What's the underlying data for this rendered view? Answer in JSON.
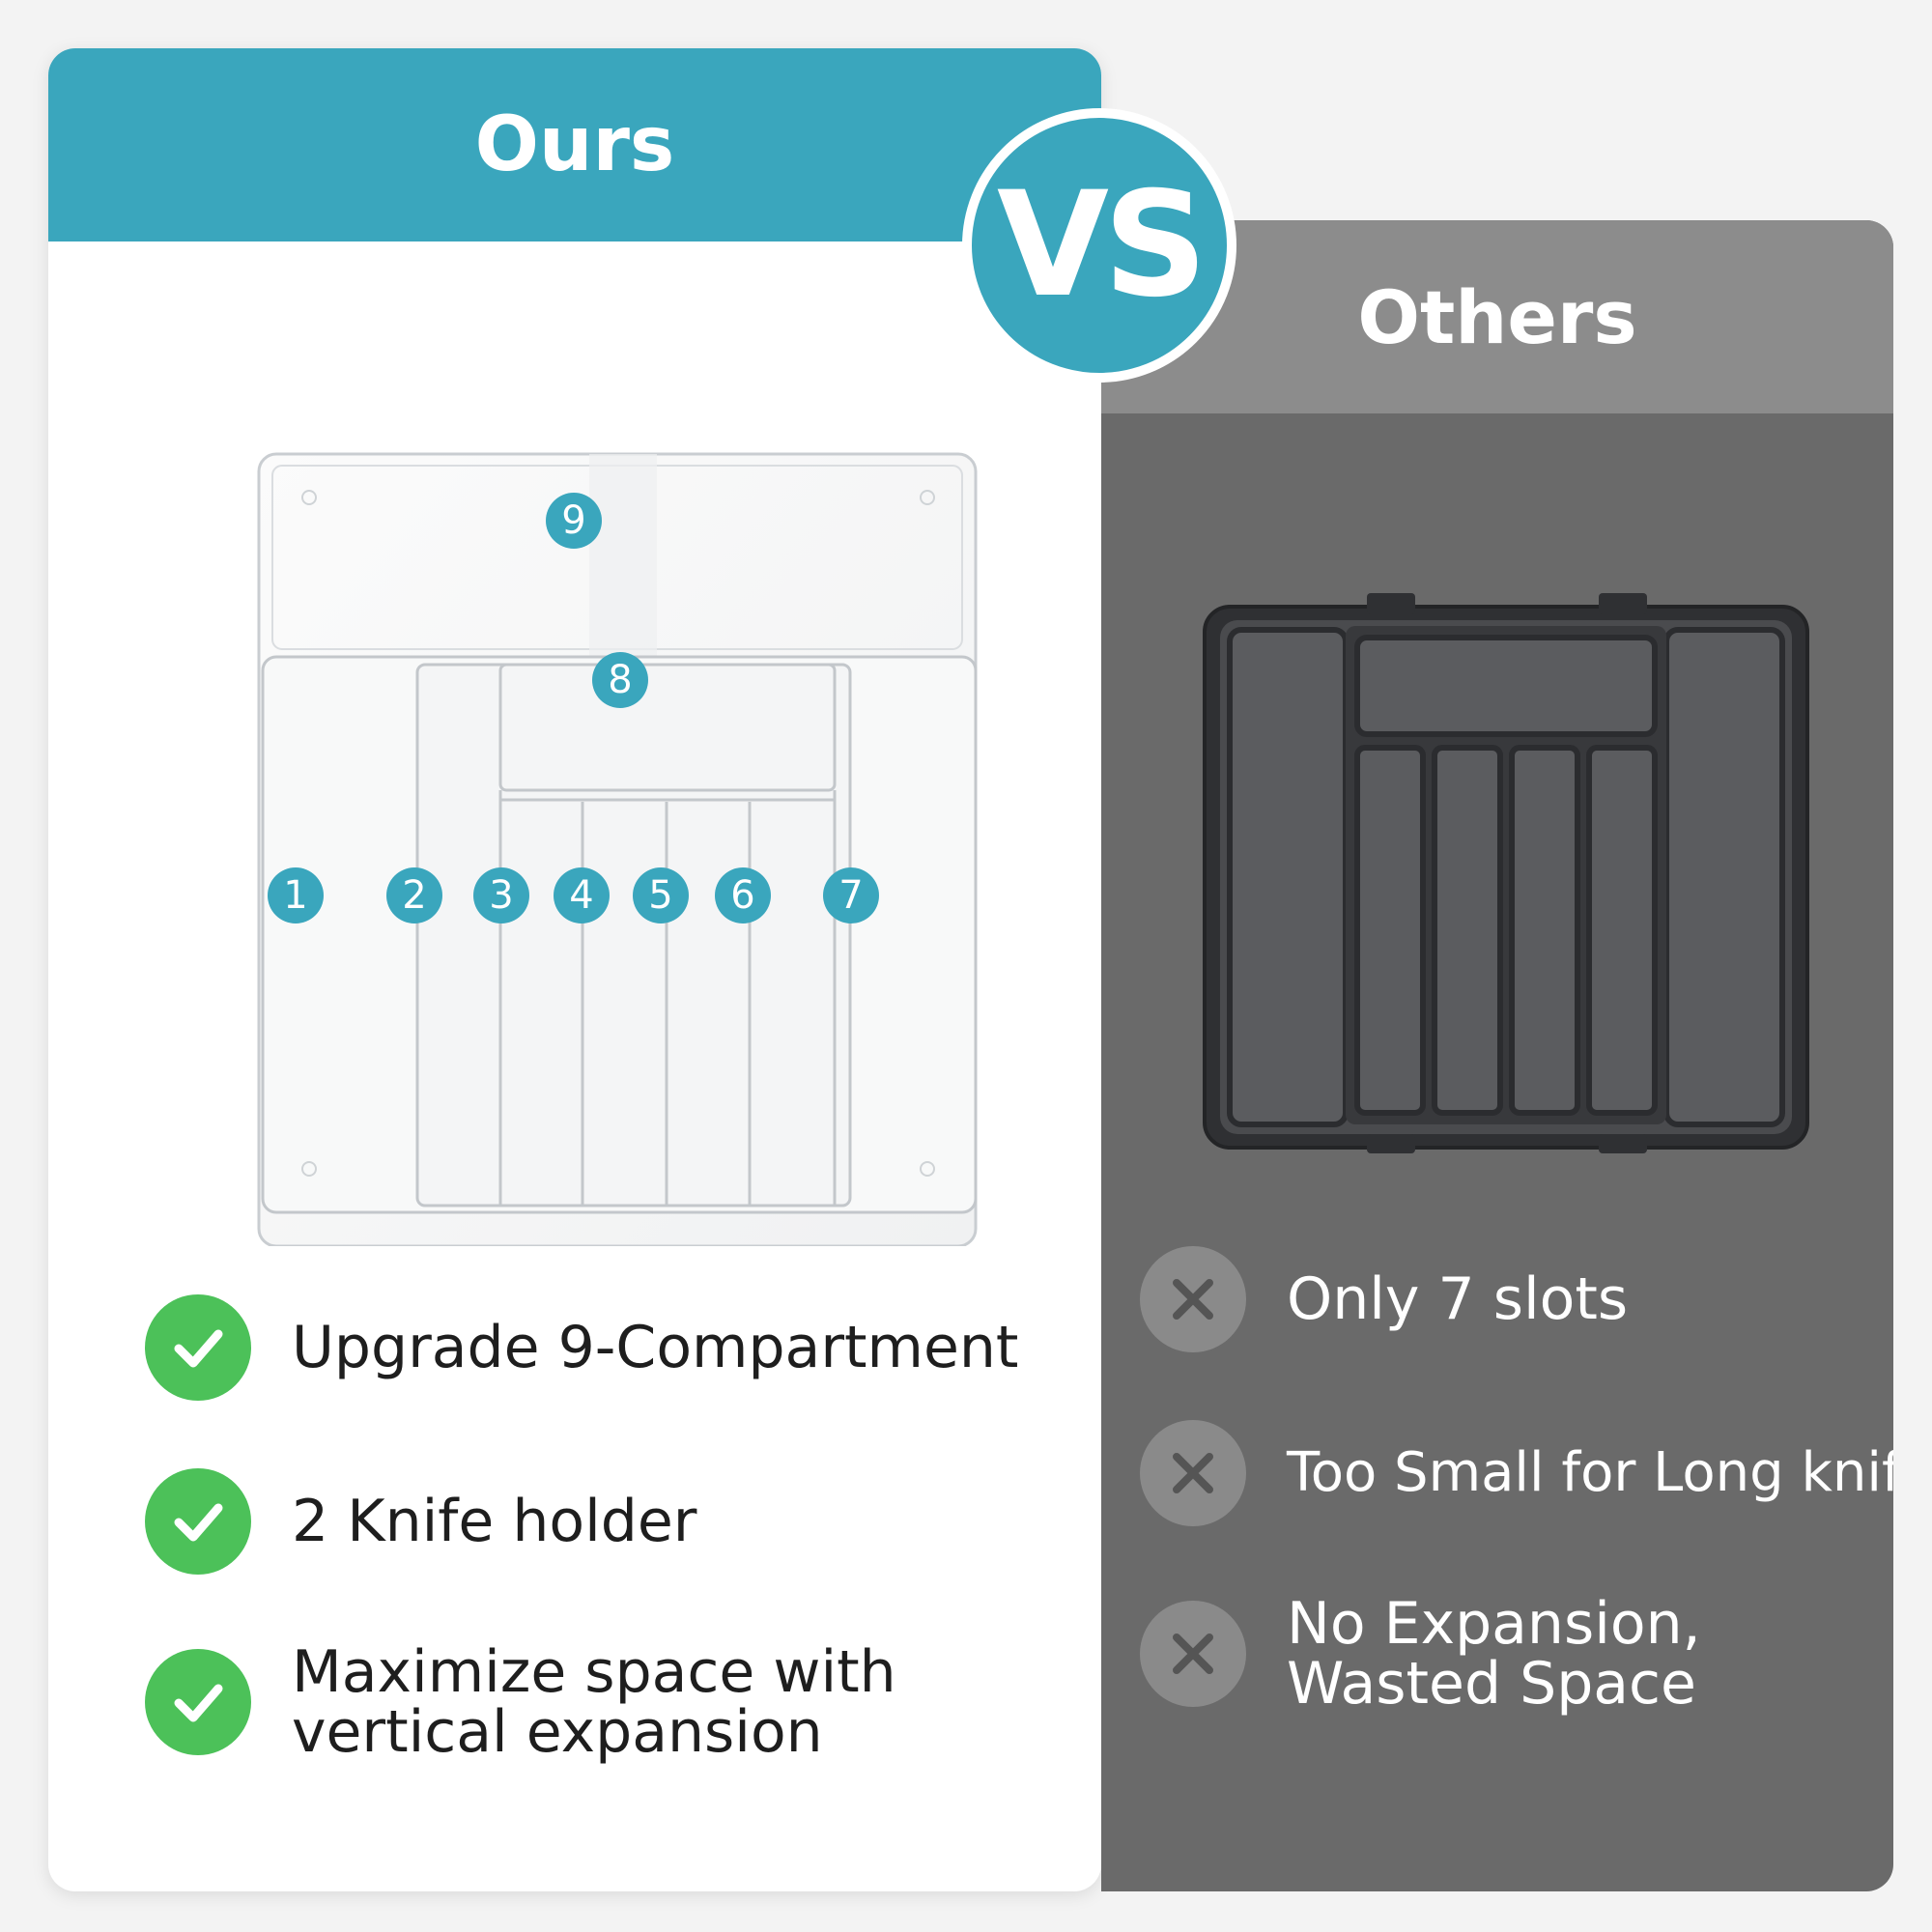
{
  "header": {
    "ours": "Ours",
    "vs": "VS",
    "others": "Others"
  },
  "ours_organizer": {
    "compartment_labels": [
      "1",
      "2",
      "3",
      "4",
      "5",
      "6",
      "7",
      "8",
      "9"
    ]
  },
  "ours_features": [
    {
      "icon": "check-icon",
      "line1": "Upgrade 9-Compartment",
      "line2": ""
    },
    {
      "icon": "check-icon",
      "line1": "2 Knife holder",
      "line2": ""
    },
    {
      "icon": "check-icon",
      "line1": "Maximize space with",
      "line2": "vertical expansion"
    }
  ],
  "others_features": [
    {
      "icon": "cross-icon",
      "line1": "Only 7 slots",
      "line2": ""
    },
    {
      "icon": "cross-icon",
      "line1": "Too Small for Long knife",
      "line2": ""
    },
    {
      "icon": "cross-icon",
      "line1": "No Expansion,",
      "line2": "Wasted Space"
    }
  ],
  "colors": {
    "accent": "#3aa6bd",
    "check": "#4cc159",
    "cross": "#8a8a8a",
    "others_bg": "#6a6a6a",
    "others_header": "#8c8c8c"
  }
}
